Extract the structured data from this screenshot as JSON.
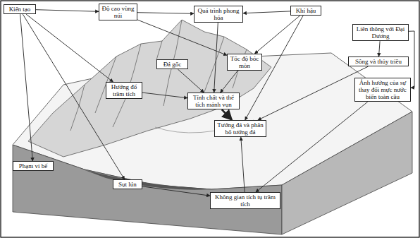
{
  "diagram": {
    "nodes": [
      {
        "text": [
          "Kiến tạo"
        ]
      },
      {
        "text": [
          "Độ cao vùng núi"
        ]
      },
      {
        "text": [
          "Quá trình phong hóa"
        ]
      },
      {
        "text": [
          "Khí hậu"
        ]
      },
      {
        "text": [
          "Liên thông với Đại Dương"
        ]
      },
      {
        "text": [
          "Đá gốc"
        ]
      },
      {
        "text": [
          "Tốc độ bóc mòn"
        ]
      },
      {
        "text": [
          "Sông và thủy triều"
        ]
      },
      {
        "text": [
          "Hướng đổ trầm tích"
        ]
      },
      {
        "text": [
          "Tính chất và thể tích mảnh vụn"
        ]
      },
      {
        "text": [
          "Ảnh hưởng của sự thay đổi mực nước biển toàn cầu"
        ]
      },
      {
        "text": [
          "Tướng đá và phân bố tướng đá"
        ]
      },
      {
        "text": [
          "Phạm vi bể"
        ]
      },
      {
        "text": [
          "Sụt lún"
        ]
      },
      {
        "text": [
          "Không gian tích tụ trầm tích"
        ]
      }
    ],
    "edges": [
      {
        "from": 0,
        "to": 1,
        "arrow": "to"
      },
      {
        "from": 0,
        "to": 12,
        "arrow": "to"
      },
      {
        "from": 0,
        "to": 13,
        "arrow": "to"
      },
      {
        "from": 0,
        "to": 8,
        "arrow": "to"
      },
      {
        "from": 1,
        "to": 2,
        "arrow": "to"
      },
      {
        "from": 1,
        "to": 6,
        "arrow": "to"
      },
      {
        "from": 3,
        "to": 2,
        "arrow": "to"
      },
      {
        "from": 3,
        "to": 6,
        "arrow": "to"
      },
      {
        "from": 3,
        "to": 11,
        "arrow": "to"
      },
      {
        "from": 2,
        "to": 9,
        "arrow": "to"
      },
      {
        "from": 5,
        "to": 9,
        "arrow": "to"
      },
      {
        "from": 6,
        "to": 9,
        "arrow": "to"
      },
      {
        "from": 8,
        "to": 9,
        "arrow": "to"
      },
      {
        "from": 9,
        "to": 11,
        "arrow": "to"
      },
      {
        "from": 4,
        "to": 7,
        "arrow": "to"
      },
      {
        "from": 4,
        "to": 10,
        "arrow": "to"
      },
      {
        "from": 7,
        "to": 11,
        "arrow": "to"
      },
      {
        "from": 10,
        "to": 14,
        "arrow": "to"
      },
      {
        "from": 13,
        "to": 14,
        "arrow": "to"
      },
      {
        "from": 14,
        "to": 11,
        "arrow": "to"
      }
    ]
  }
}
